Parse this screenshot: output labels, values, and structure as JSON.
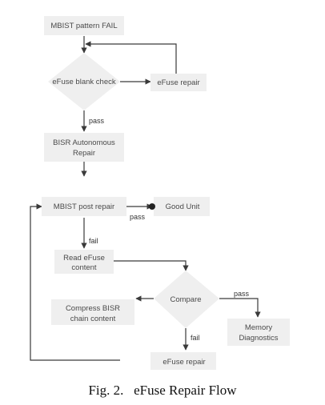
{
  "diagram": {
    "nodes": {
      "mbist_fail": "MBIST pattern FAIL",
      "blank_check": "eFuse blank check",
      "efuse_repair_top": "eFuse repair",
      "bisr_line1": "BISR Autonomous",
      "bisr_line2": "Repair",
      "mbist_post": "MBIST post repair",
      "good_unit": "Good Unit",
      "read_line1": "Read eFuse",
      "read_line2": "content",
      "compare": "Compare",
      "compress_line1": "Compress BISR",
      "compress_line2": "chain content",
      "memory_line1": "Memory",
      "memory_line2": "Diagnostics",
      "efuse_repair_bottom": "eFuse repair"
    },
    "edge_labels": {
      "blank_pass": "pass",
      "post_pass": "pass",
      "post_fail": "fail",
      "compare_pass": "pass",
      "compare_fail": "fail"
    }
  },
  "caption": "Fig. 2.   eFuse Repair Flow",
  "colors": {
    "box_fill": "#efefef",
    "line": "#3a3a3a",
    "text": "#4a4a4a",
    "background": "#ffffff"
  }
}
